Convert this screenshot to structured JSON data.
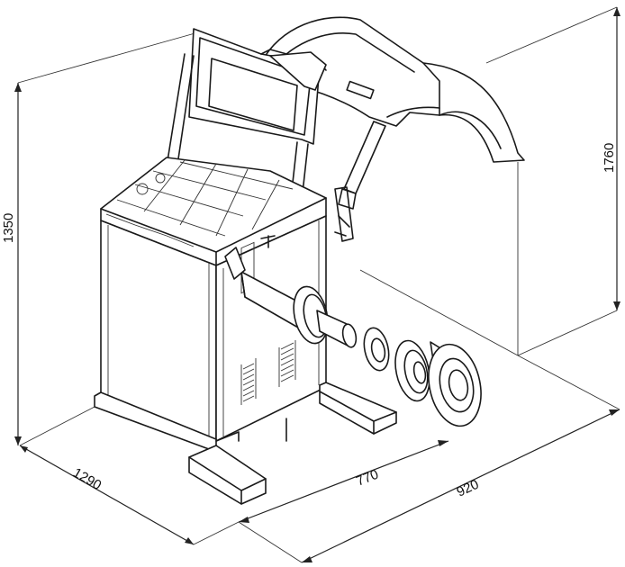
{
  "dimensions": {
    "height_machine": "1350",
    "height_hood": "1760",
    "depth": "1290",
    "width_base": "770",
    "width_total": "920"
  },
  "colors": {
    "line": "#1a1a1a",
    "background": "#ffffff"
  }
}
